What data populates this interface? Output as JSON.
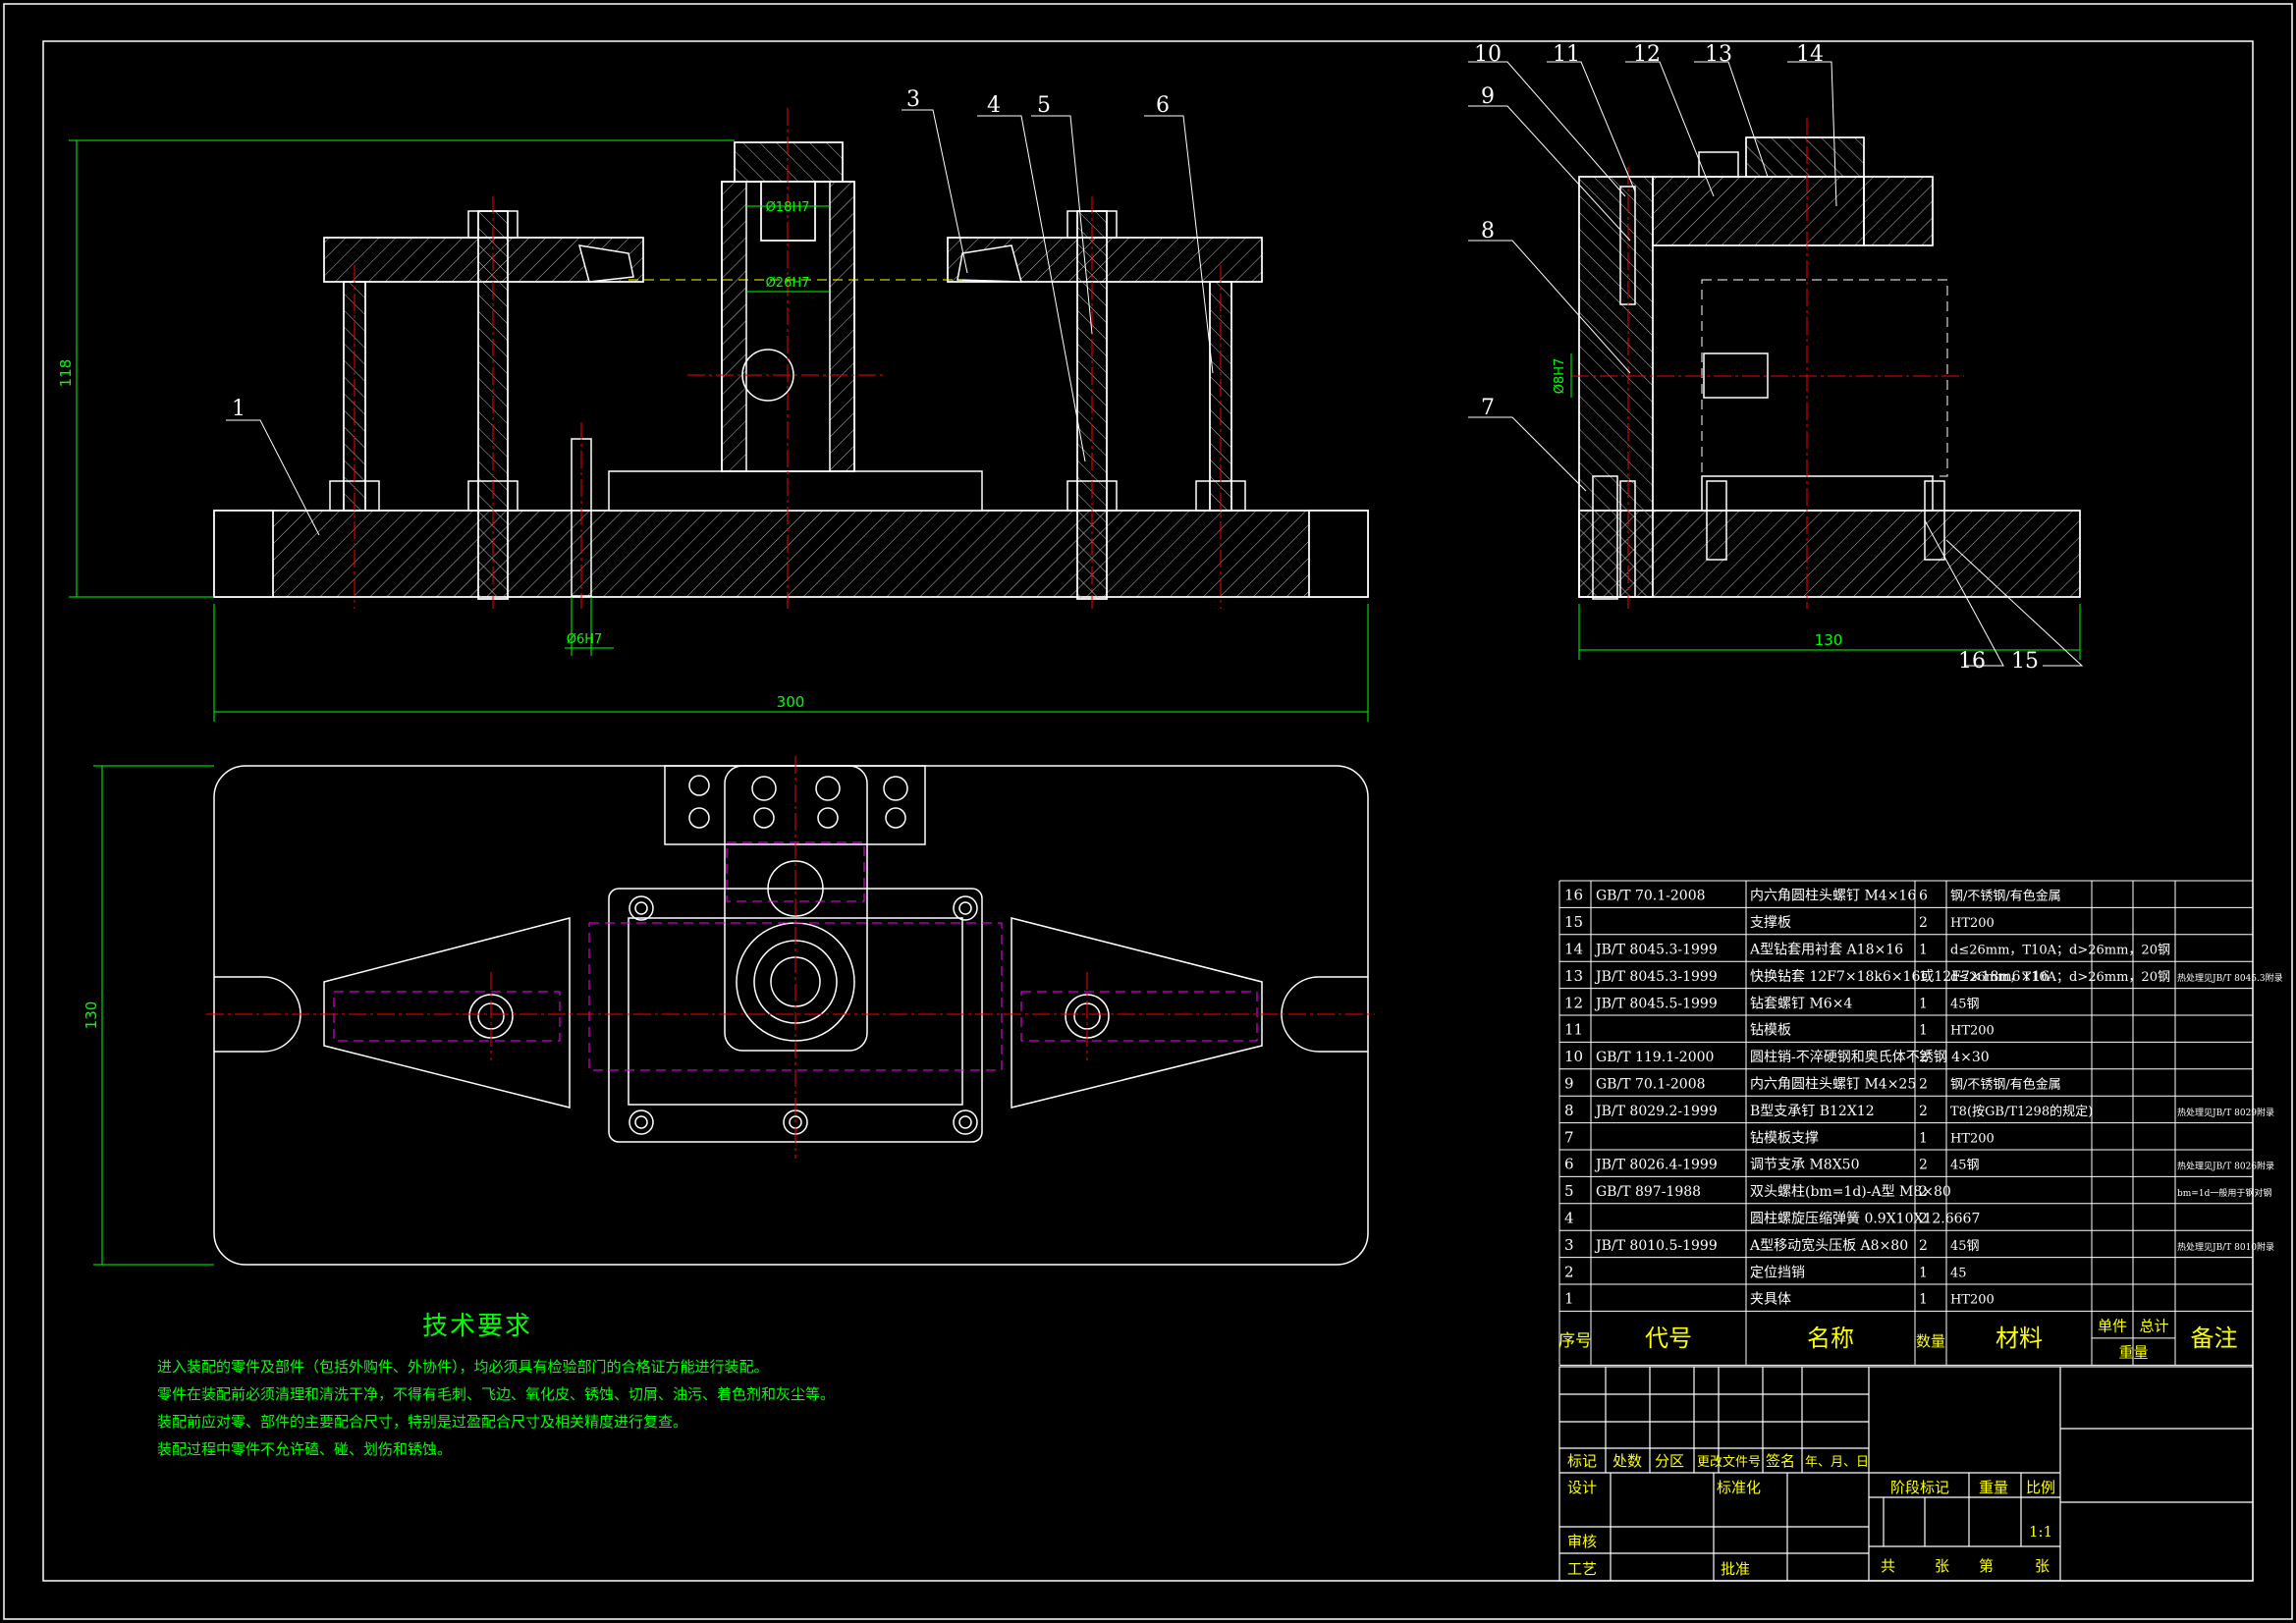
{
  "colors": {
    "background": "#000000",
    "outline": "#ffffff",
    "dimension": "#00ff00",
    "centerline": "#ff0000",
    "hidden": "#ff00ff",
    "hatch": "#cccccc",
    "leader": "#ffffff",
    "accent": "#ffff00"
  },
  "dimensions": {
    "overall_length": "300",
    "overall_height": "118",
    "base_width": "130",
    "plan_width": "130",
    "bushing_dia_top": "Ø18H7",
    "bushing_dia_mid": "Ø26H7",
    "pin_dia": "Ø6H7",
    "support_dia": "Ø8H7"
  },
  "front_view_balloons": [
    "1",
    "3",
    "4",
    "5",
    "6"
  ],
  "side_view_balloons": [
    "7",
    "8",
    "9",
    "10",
    "11",
    "12",
    "13",
    "14",
    "15",
    "16"
  ],
  "tech_requirements": {
    "title": "技术要求",
    "lines": [
      "进入装配的零件及部件（包括外购件、外协件），均必须具有检验部门的合格证方能进行装配。",
      "零件在装配前必须清理和清洗干净，不得有毛刺、飞边、氧化皮、锈蚀、切屑、油污、着色剂和灰尘等。",
      "装配前应对零、部件的主要配合尺寸，特别是过盈配合尺寸及相关精度进行复查。",
      "装配过程中零件不允许磕、碰、划伤和锈蚀。"
    ]
  },
  "bom": {
    "rows": [
      {
        "no": "16",
        "code": "GB/T 70.1-2008",
        "name": "内六角圆柱头螺钉 M4×16",
        "qty": "6",
        "material": "钢/不锈钢/有色金属",
        "note": ""
      },
      {
        "no": "15",
        "code": "",
        "name": "支撑板",
        "qty": "2",
        "material": "HT200",
        "note": ""
      },
      {
        "no": "14",
        "code": "JB/T 8045.3-1999",
        "name": "A型钻套用衬套 A18×16",
        "qty": "1",
        "material": "d≤26mm，T10A；d>26mm，20钢",
        "note": ""
      },
      {
        "no": "13",
        "code": "JB/T 8045.3-1999",
        "name": "快换钻套 12F7×18k6×16或12F7×18m6×16",
        "qty": "1",
        "material": "d≤26mm，T10A；d>26mm，20钢",
        "note": "热处理见JB/T 8045.3附录"
      },
      {
        "no": "12",
        "code": "JB/T 8045.5-1999",
        "name": "钻套螺钉 M6×4",
        "qty": "1",
        "material": "45钢",
        "note": ""
      },
      {
        "no": "11",
        "code": "",
        "name": "钻模板",
        "qty": "1",
        "material": "HT200",
        "note": ""
      },
      {
        "no": "10",
        "code": "GB/T 119.1-2000",
        "name": "圆柱销-不淬硬钢和奥氏体不锈钢 4×30",
        "qty": "2",
        "material": "",
        "note": ""
      },
      {
        "no": "9",
        "code": "GB/T 70.1-2008",
        "name": "内六角圆柱头螺钉 M4×25",
        "qty": "2",
        "material": "钢/不锈钢/有色金属",
        "note": ""
      },
      {
        "no": "8",
        "code": "JB/T 8029.2-1999",
        "name": "B型支承钉 B12X12",
        "qty": "2",
        "material": "T8(按GB/T1298的规定)",
        "note": "热处理见JB/T 8029附录"
      },
      {
        "no": "7",
        "code": "",
        "name": "钻模板支撑",
        "qty": "1",
        "material": "HT200",
        "note": ""
      },
      {
        "no": "6",
        "code": "JB/T 8026.4-1999",
        "name": "调节支承 M8X50",
        "qty": "2",
        "material": "45钢",
        "note": "热处理见JB/T 8026附录"
      },
      {
        "no": "5",
        "code": "GB/T 897-1988",
        "name": "双头螺柱(bm=1d)-A型 M8×80",
        "qty": "2",
        "material": "",
        "note": "bm=1d一般用于钢对钢"
      },
      {
        "no": "4",
        "code": "",
        "name": "圆柱螺旋压缩弹簧 0.9X10X12.6667",
        "qty": "2",
        "material": "",
        "note": ""
      },
      {
        "no": "3",
        "code": "JB/T 8010.5-1999",
        "name": "A型移动宽头压板 A8×80",
        "qty": "2",
        "material": "45钢",
        "note": "热处理见JB/T 8010附录"
      },
      {
        "no": "2",
        "code": "",
        "name": "定位挡销",
        "qty": "1",
        "material": "45",
        "note": ""
      },
      {
        "no": "1",
        "code": "",
        "name": "夹具体",
        "qty": "1",
        "material": "HT200",
        "note": ""
      }
    ],
    "header": {
      "no": "序号",
      "code": "代号",
      "name": "名称",
      "qty": "数量",
      "material": "材料",
      "unit": "单件",
      "total": "总计",
      "weight": "重量",
      "note": "备注"
    }
  },
  "title_block": {
    "mark": "标记",
    "count": "处数",
    "zone": "分区",
    "change_doc": "更改文件号",
    "sign": "签名",
    "date": "年、月、日",
    "design": "设计",
    "standardize": "标准化",
    "stage_mark": "阶段标记",
    "weight": "重量",
    "scale": "比例",
    "scale_value": "1:1",
    "review": "审核",
    "process": "工艺",
    "approve": "批准",
    "total_sheets": "共",
    "sheets_unit": "张",
    "sheet_no": "第",
    "sheet_unit2": "张"
  }
}
